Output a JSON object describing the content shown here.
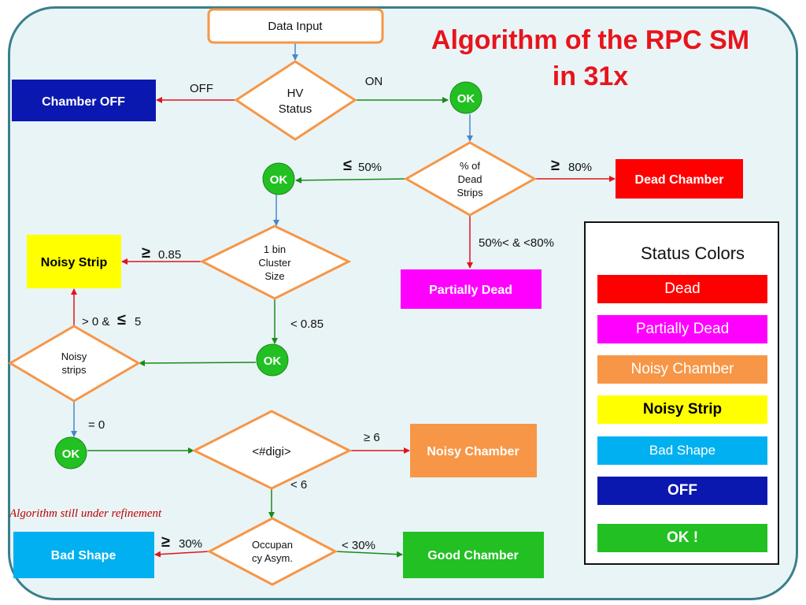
{
  "title": {
    "line1": "Algorithm of the RPC SM",
    "line2": "in 31x"
  },
  "note": "Algorithm still under refinement",
  "nodes": {
    "data_input": "Data Input",
    "hv_status": [
      "HV",
      "Status"
    ],
    "ok_1": "OK",
    "chamber_off": "Chamber OFF",
    "dead_strips": [
      "% of",
      "Dead",
      "Strips"
    ],
    "ok_2": "OK",
    "dead_chamber": "Dead Chamber",
    "partially_dead": "Partially Dead",
    "cluster_size": [
      "1 bin",
      "Cluster",
      "Size"
    ],
    "noisy_strip": "Noisy Strip",
    "ok_3": "OK",
    "noisy_strips": [
      "Noisy",
      "strips"
    ],
    "ok_4": "OK",
    "digi": "<#digi>",
    "noisy_chamber": "Noisy Chamber",
    "occupancy": [
      "Occupan",
      "cy Asym."
    ],
    "bad_shape": "Bad Shape",
    "good_chamber": "Good Chamber"
  },
  "edge_labels": {
    "off": "OFF",
    "on": "ON",
    "le_50": "50%",
    "ge_80": "80%",
    "mid_dead": "50%< & <80%",
    "ge_085": "0.85",
    "lt_085": "< 0.85",
    "noisy_range_a": "> 0 &",
    "noisy_range_b": "5",
    "eq_0": "= 0",
    "ge_6": "≥ 6",
    "lt_6": "< 6",
    "ge_30": "30%",
    "lt_30": "< 30%"
  },
  "legend": {
    "title": "Status Colors",
    "items": [
      {
        "label": "Dead",
        "color": "#ff0000",
        "text_color": "#ffffff"
      },
      {
        "label": "Partially Dead",
        "color": "#ff00ff",
        "text_color": "#ffffff"
      },
      {
        "label": "Noisy Chamber",
        "color": "#f79646",
        "text_color": "#ffffff"
      },
      {
        "label": "Noisy Strip",
        "color": "#ffff00",
        "text_color": "#000000"
      },
      {
        "label": "Bad Shape",
        "color": "#00b0f0",
        "text_color": "#ffffff"
      },
      {
        "label": "OFF",
        "color": "#0b18b0",
        "text_color": "#ffffff"
      },
      {
        "label": "OK !",
        "color": "#22c022",
        "text_color": "#ffffff"
      }
    ]
  },
  "colors": {
    "dead": "#ff0000",
    "partially_dead": "#ff00ff",
    "noisy_chamber": "#f79646",
    "noisy_strip": "#ffff00",
    "bad_shape": "#00b0f0",
    "off": "#0b18b0",
    "ok": "#22c022",
    "decision_border": "#f79646",
    "arrow_blue": "#4a86c8",
    "arrow_green": "#1a8a1a",
    "arrow_red": "#e0141b",
    "title_red": "#e8141b"
  }
}
